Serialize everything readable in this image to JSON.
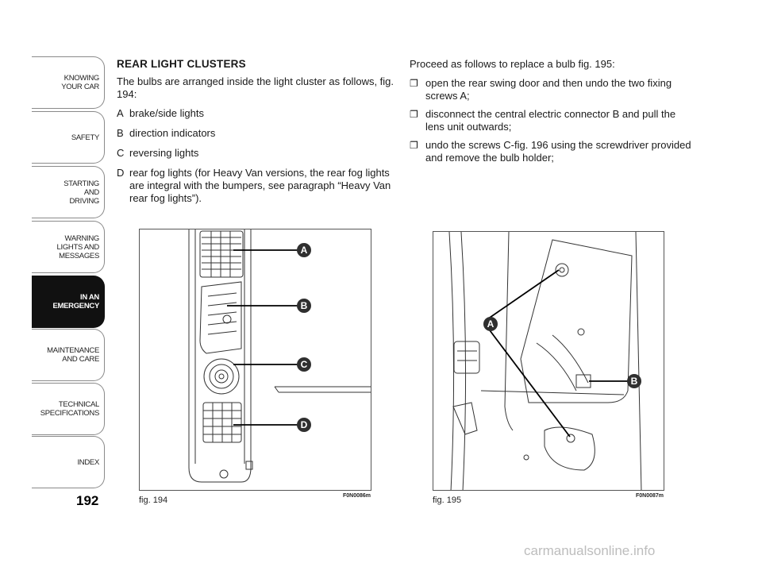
{
  "sidebar": {
    "tabs": [
      {
        "label": "KNOWING\nYOUR CAR",
        "active": false
      },
      {
        "label": "SAFETY",
        "active": false
      },
      {
        "label": "STARTING\nAND\nDRIVING",
        "active": false
      },
      {
        "label": "WARNING\nLIGHTS AND\nMESSAGES",
        "active": false
      },
      {
        "label": "IN AN\nEMERGENCY",
        "active": true
      },
      {
        "label": "MAINTENANCE\nAND CARE",
        "active": false
      },
      {
        "label": "TECHNICAL\nSPECIFICATIONS",
        "active": false
      },
      {
        "label": "INDEX",
        "active": false
      }
    ],
    "page_number": "192"
  },
  "left": {
    "heading": "REAR LIGHT CLUSTERS",
    "intro": "The bulbs are arranged inside the light cluster as follows, fig. 194:",
    "items": [
      {
        "key": "A",
        "text": "brake/side lights"
      },
      {
        "key": "B",
        "text": "direction indicators"
      },
      {
        "key": "C",
        "text": "reversing lights"
      },
      {
        "key": "D",
        "text": "rear fog lights (for Heavy Van versions, the rear fog lights are integral with the bumpers, see paragraph “Heavy Van rear fog lights”)."
      }
    ]
  },
  "right": {
    "intro": "Proceed as follows to replace a bulb fig. 195:",
    "bullets": [
      "open the rear swing door and then undo the two fixing screws A;",
      "disconnect the central electric connector B and pull the lens unit outwards;",
      "undo the screws C-fig. 196 using the screwdriver provided and remove the bulb holder;"
    ],
    "bullet_glyph": "❐"
  },
  "fig194": {
    "caption": "fig. 194",
    "code": "F0N0086m",
    "labels": [
      "A",
      "B",
      "C",
      "D"
    ]
  },
  "fig195": {
    "caption": "fig. 195",
    "code": "F0N0087m",
    "labels": [
      "A",
      "B"
    ]
  },
  "watermark": "carmanualsonline.info"
}
